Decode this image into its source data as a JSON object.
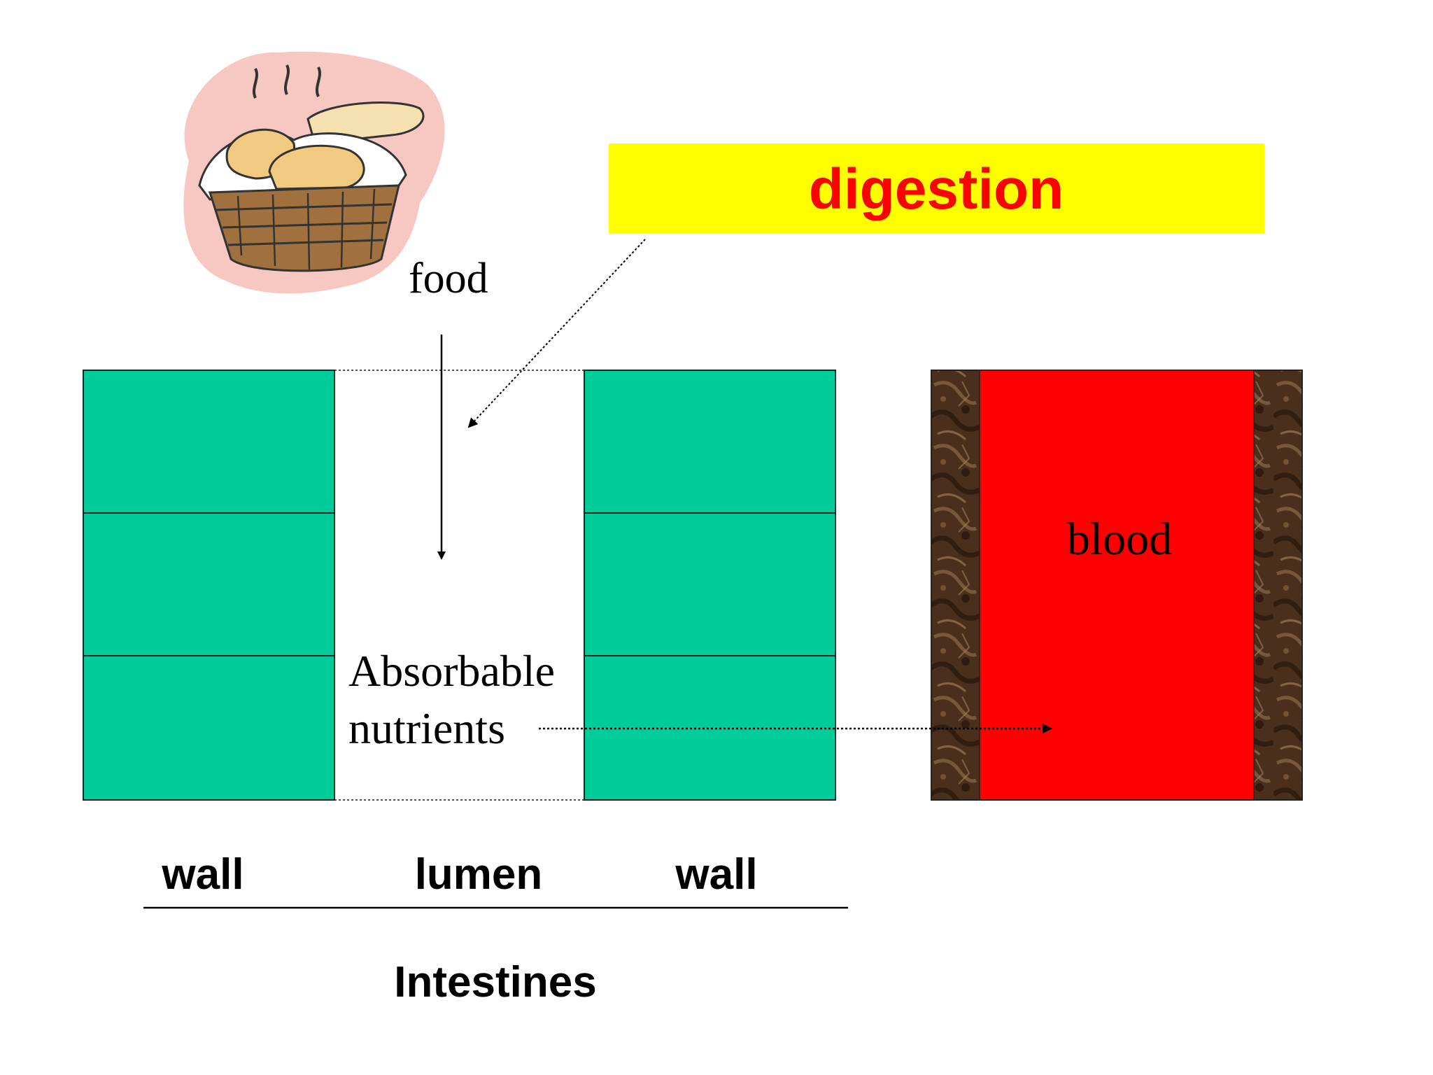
{
  "digestion_label": "digestion",
  "food_label": "food",
  "nutrients_label_line1": "Absorbable",
  "nutrients_label_line2": "nutrients",
  "blood_label": "blood",
  "bottom_labels": {
    "wall_left": "wall",
    "lumen": "lumen",
    "wall_right": "wall",
    "intestines": "Intestines"
  },
  "colors": {
    "wall_green": "#00cc99",
    "blood_red": "#ff0000",
    "banner_yellow": "#ffff00",
    "banner_text": "#ff0000",
    "vessel_brown": "#5a3a22"
  },
  "icons": {
    "food": "bread-basket-icon"
  }
}
